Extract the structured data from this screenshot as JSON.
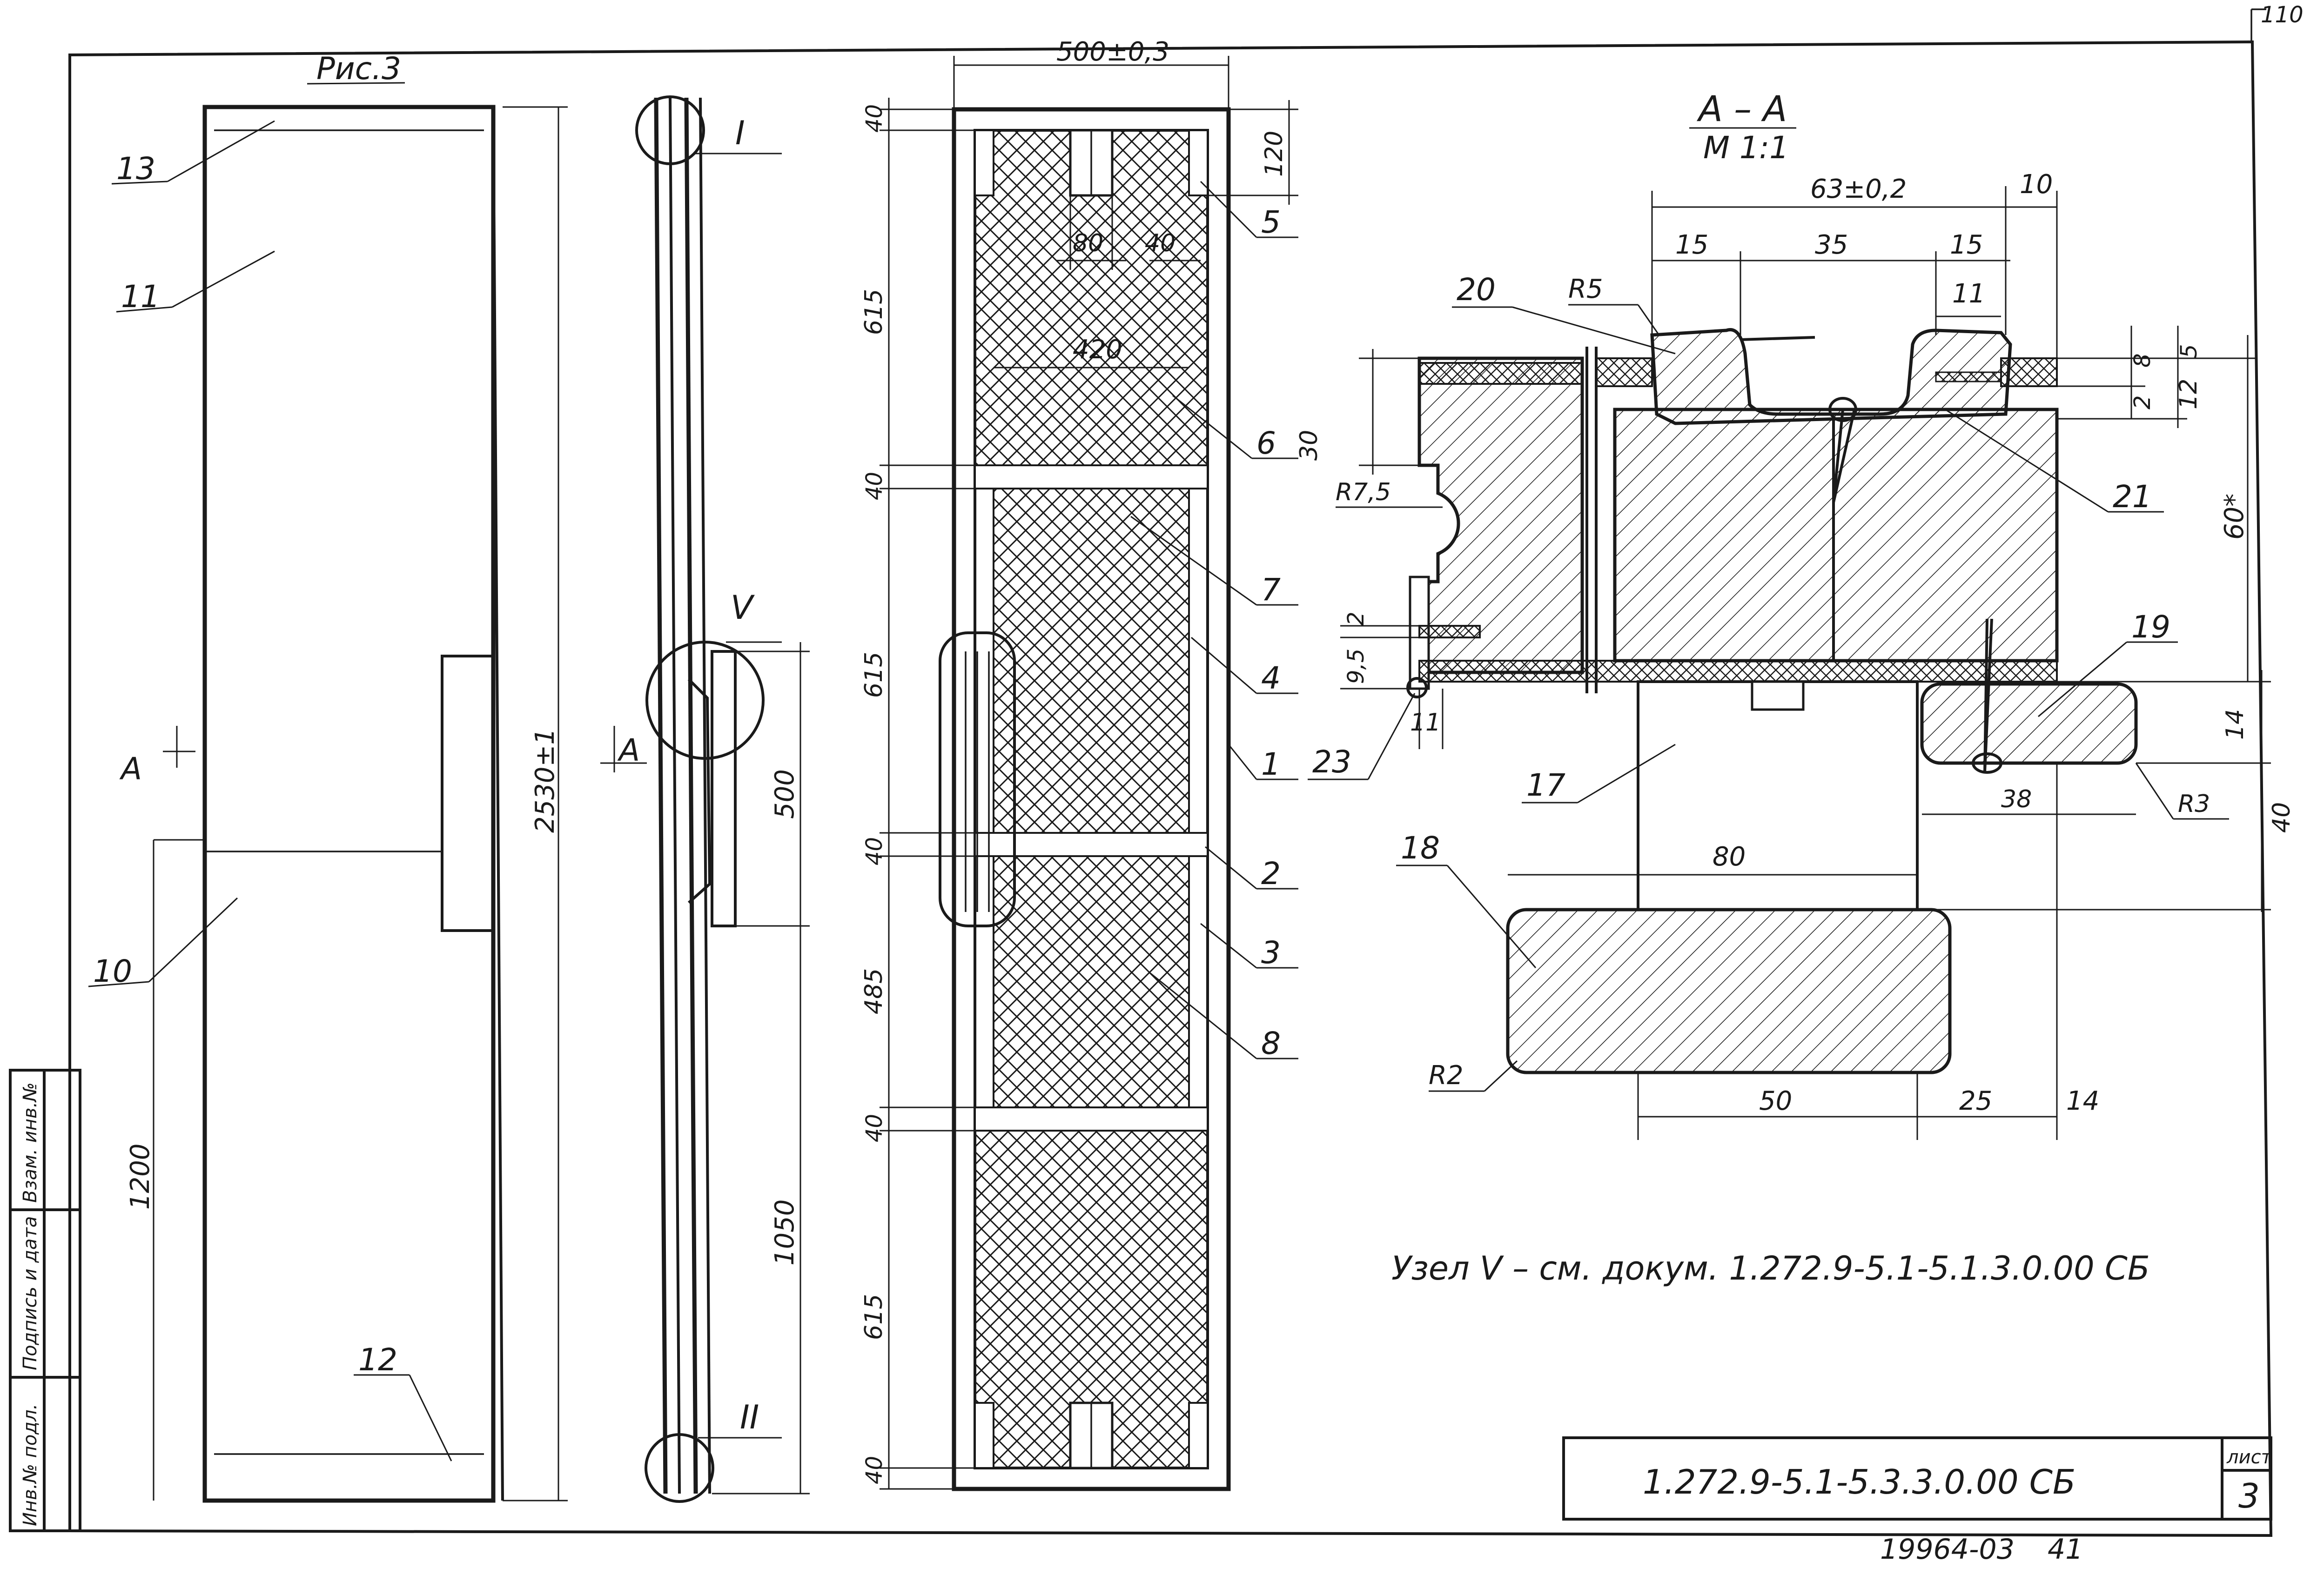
{
  "sheet_number_top": "110",
  "figure_title": "Рис.3",
  "section_title": "А – А",
  "section_scale": "М 1:1",
  "note_text": "Узел V – см. докум. 1.272.9-5.1-5.1.3.0.00 СБ",
  "doc_code": "1.272.9-5.1-5.3.3.0.00 СБ",
  "sheet_label": "лист",
  "sheet_value": "3",
  "bottom_code": "19964-03",
  "bottom_page": "41",
  "stamp_fields": [
    "Инв.№ подл.",
    "Подпись и дата",
    "Взам. инв.№"
  ],
  "view1": {
    "leaders": [
      "13",
      "11",
      "10",
      "12"
    ],
    "dims": [
      "2530±1",
      "1200"
    ],
    "section_mark": "А"
  },
  "view2": {
    "nodes": [
      "I",
      "V",
      "II"
    ],
    "dims": [
      "500",
      "1050"
    ],
    "section_mark": "А"
  },
  "view3": {
    "top_dim": "500±0,3",
    "inner_dims": [
      "80",
      "40",
      "420"
    ],
    "left_dims": [
      "40",
      "615",
      "40",
      "615",
      "40",
      "485",
      "40",
      "615",
      "40"
    ],
    "right_dim": "120",
    "leaders": [
      "5",
      "6",
      "7",
      "4",
      "1",
      "2",
      "3",
      "8"
    ]
  },
  "section": {
    "dims_top": [
      "63±0,2",
      "10",
      "15",
      "35",
      "15",
      "11"
    ],
    "dims_right": [
      "8",
      "5",
      "2",
      "12",
      "60*",
      "14",
      "40"
    ],
    "dims_left": [
      "30",
      "R7,5",
      "2",
      "9,5",
      "11"
    ],
    "dims_bottom": [
      "80",
      "38",
      "50",
      "25",
      "14"
    ],
    "radii": [
      "R5",
      "R3",
      "R2"
    ],
    "leaders": [
      "20",
      "21",
      "19",
      "23",
      "17",
      "18"
    ]
  }
}
